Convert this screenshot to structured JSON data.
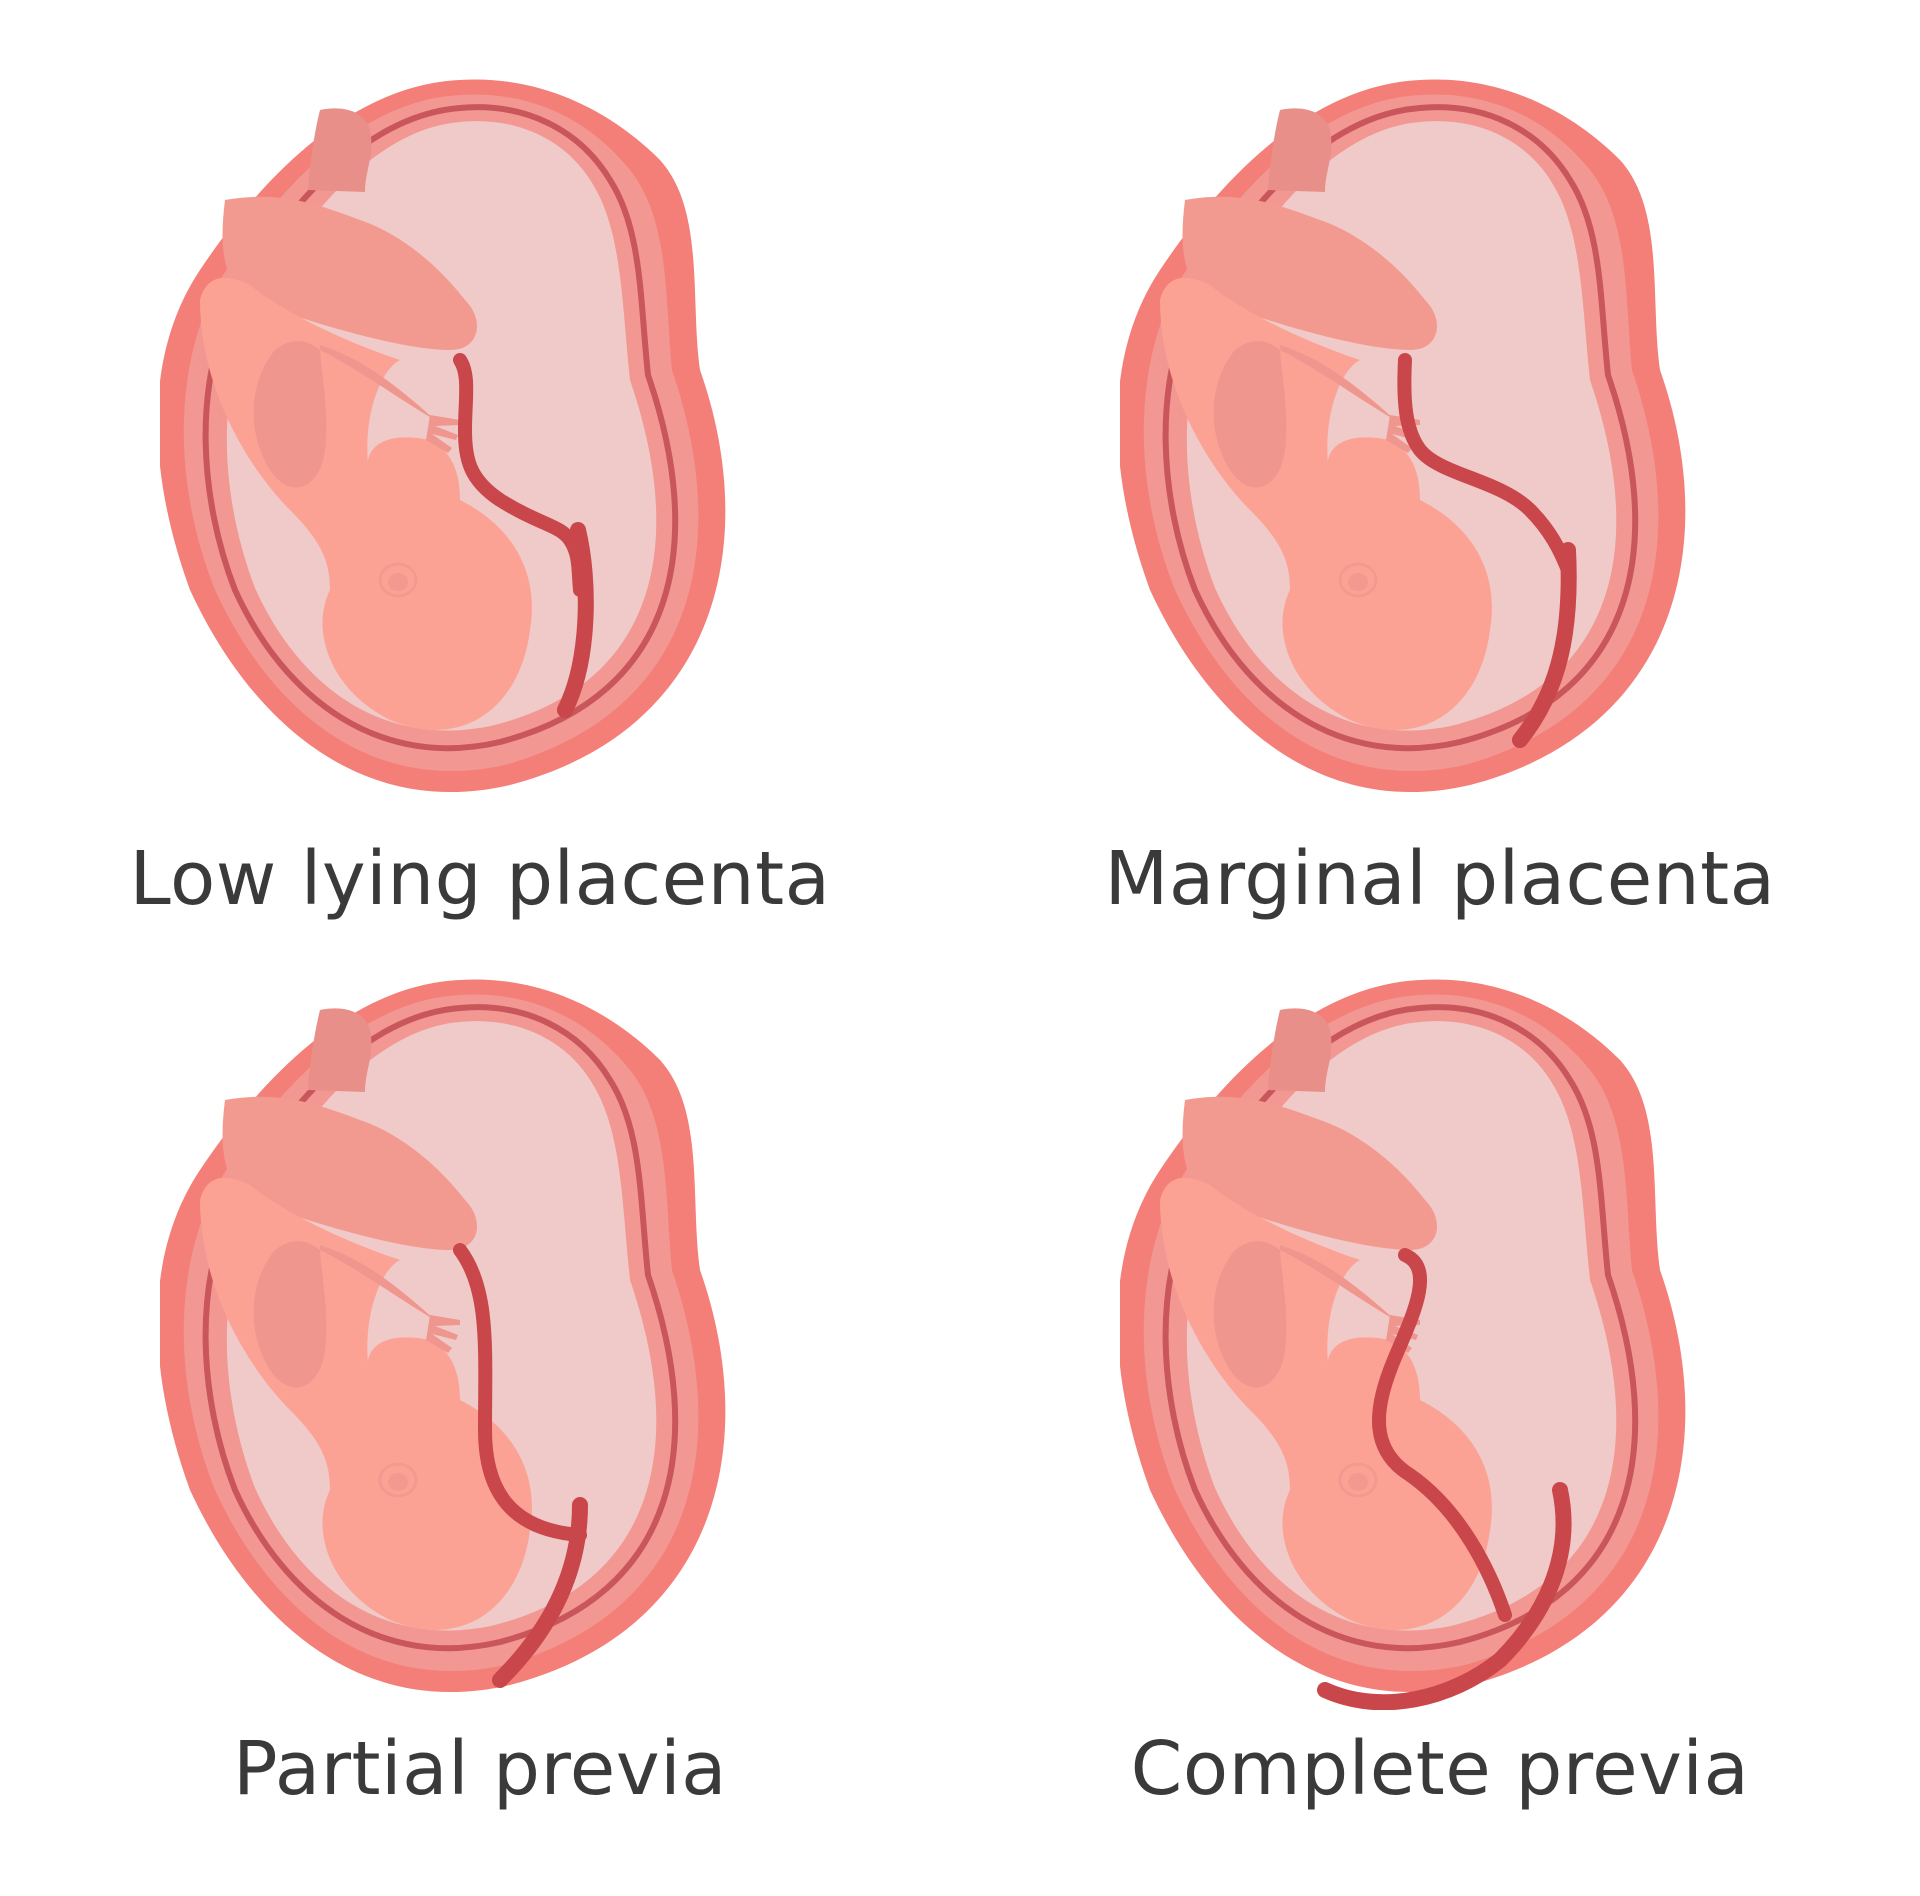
{
  "panels": [
    {
      "label": "Low lying placenta",
      "variant": "low-lying"
    },
    {
      "label": "Marginal placenta",
      "variant": "marginal"
    },
    {
      "label": "Partial previa",
      "variant": "partial"
    },
    {
      "label": "Complete previa",
      "variant": "complete"
    }
  ],
  "colors": {
    "uterus_outer": "#f47e78",
    "uterus_mid": "#f29791",
    "uterus_inner_rim": "#c9565a",
    "amniotic": "#efcac8",
    "fetus_light": "#fca295",
    "fetus_dark": "#f39a90",
    "fetus_arm": "#ef978f",
    "fetus_leg": "#e98f89",
    "cord": "#c9464a",
    "caption_text": "#3a3a3a",
    "background": "#ffffff"
  }
}
